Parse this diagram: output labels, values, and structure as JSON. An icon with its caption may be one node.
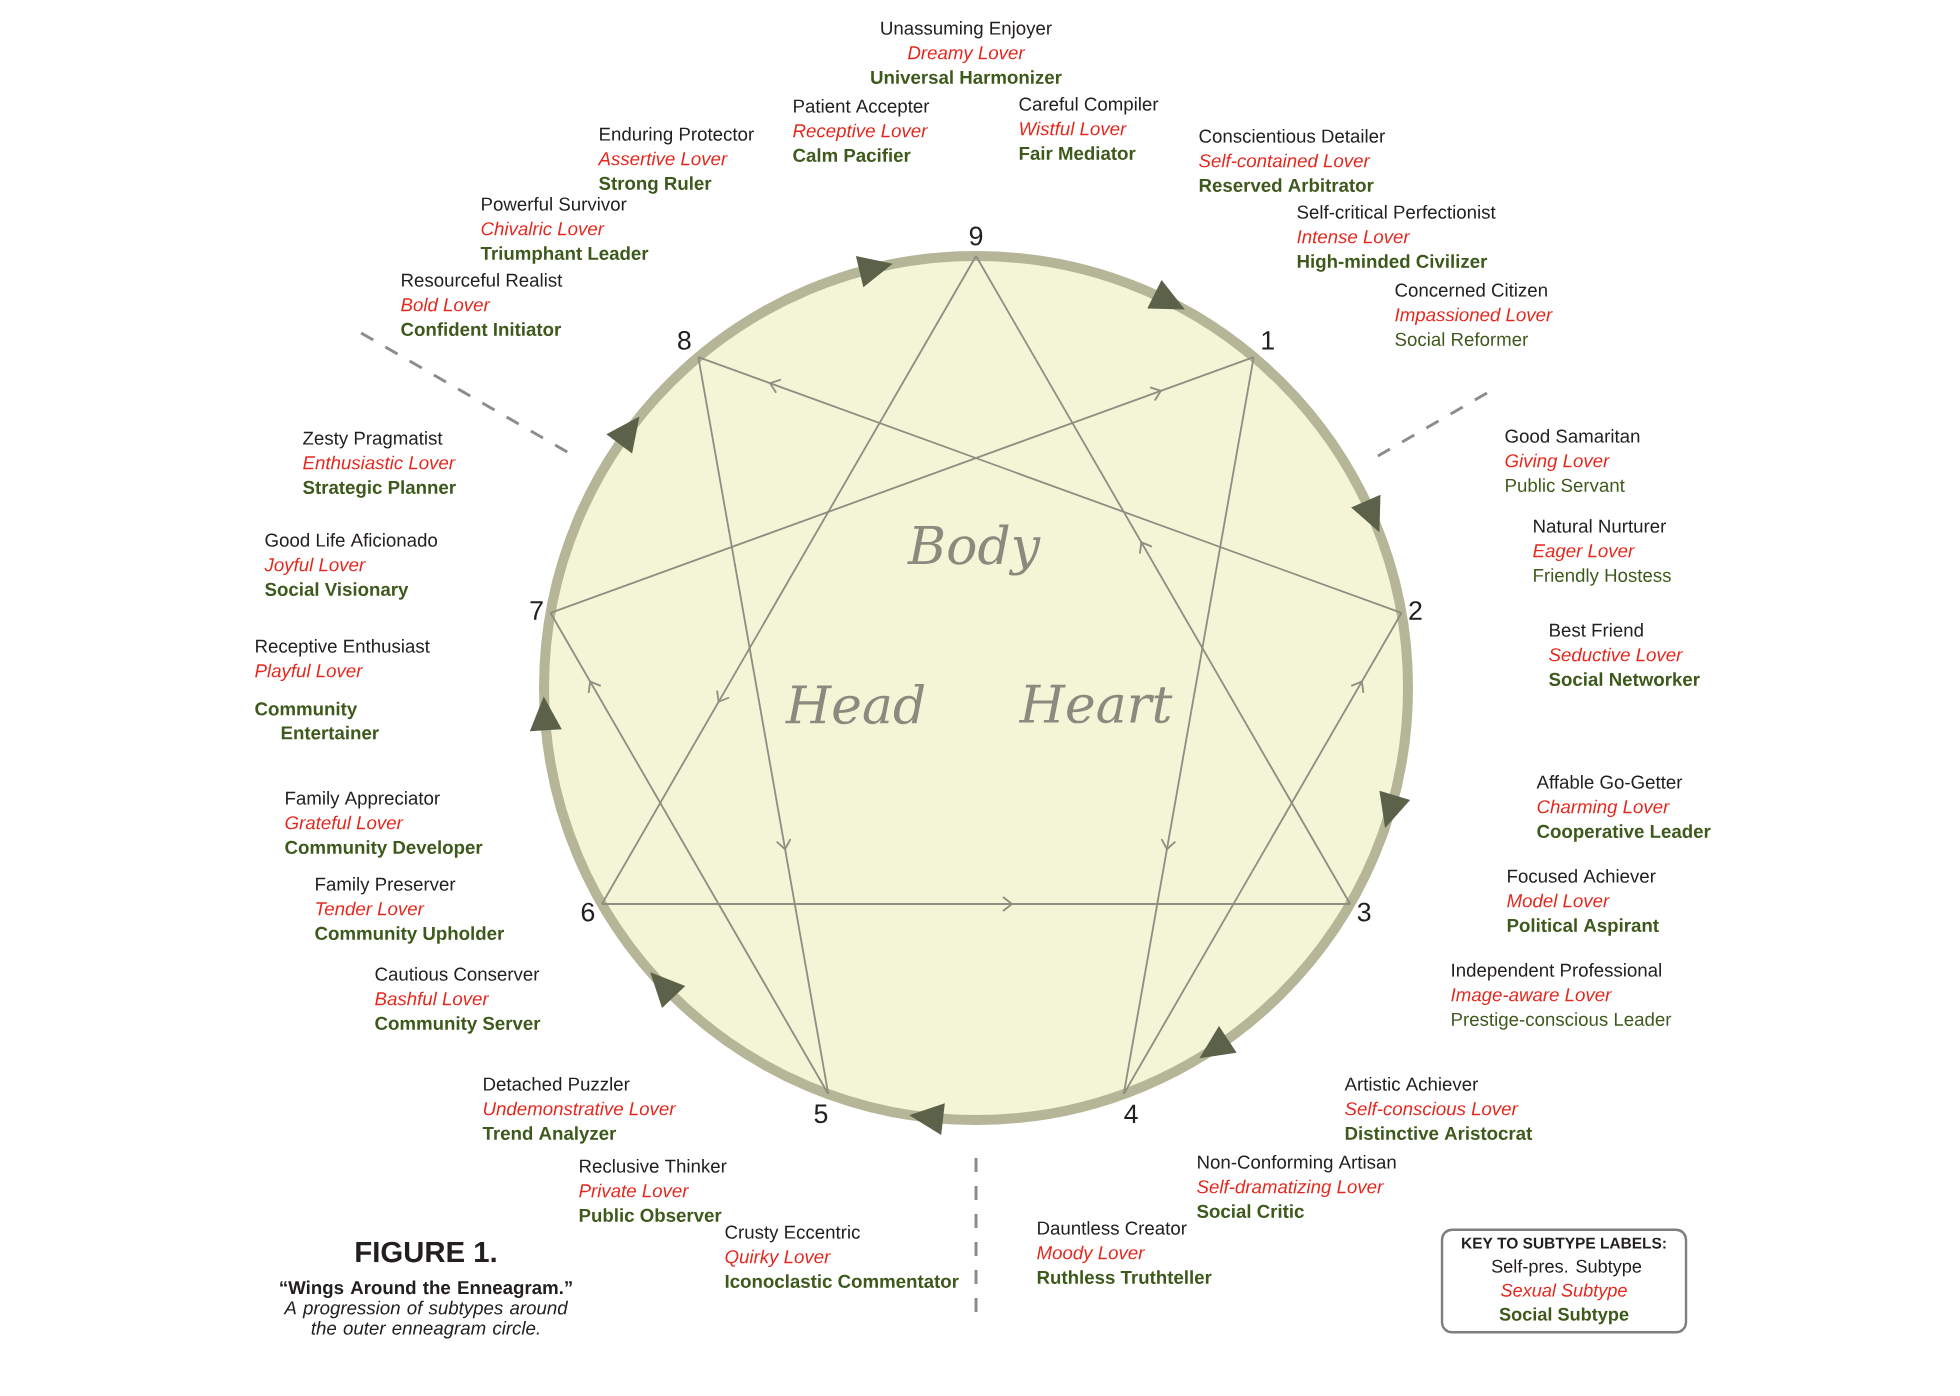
{
  "diagram": {
    "title": "FIGURE 1.",
    "caption": "**“Wings Around the Enneagram.”** *A progression of subtypes around the outer enneagram circle.*",
    "nodes": [
      {
        "text": [
          "1"
        ]
      },
      {
        "text": [
          "2"
        ]
      },
      {
        "text": [
          "3"
        ]
      },
      {
        "text": [
          "4"
        ]
      },
      {
        "text": [
          "5"
        ]
      },
      {
        "text": [
          "6"
        ]
      },
      {
        "text": [
          "7"
        ]
      },
      {
        "text": [
          "8"
        ]
      },
      {
        "text": [
          "9"
        ]
      },
      {
        "text": [
          "KEY TO SUBTYPE LABELS:",
          "Self-pres. Subtype",
          "Sexual Subtype",
          "Social Subtype"
        ]
      }
    ],
    "edges": [
      {
        "from": 0,
        "to": 3,
        "arrow": "to"
      },
      {
        "from": 3,
        "to": 1,
        "arrow": "to"
      },
      {
        "from": 1,
        "to": 7,
        "arrow": "to"
      },
      {
        "from": 7,
        "to": 4,
        "arrow": "to"
      },
      {
        "from": 4,
        "to": 6,
        "arrow": "to"
      },
      {
        "from": 6,
        "to": 0,
        "arrow": "to"
      },
      {
        "from": 8,
        "to": 5,
        "arrow": "to"
      },
      {
        "from": 5,
        "to": 2,
        "arrow": "to"
      },
      {
        "from": 2,
        "to": 8,
        "arrow": "to"
      }
    ],
    "labels": [
      "Unassuming Enjoyer",
      "Dreamy Lover",
      "Universal Harmonizer",
      "Patient Accepter",
      "Receptive Lover",
      "Calm Pacifier",
      "Careful Compiler",
      "Wistful Lover",
      "Fair Mediator",
      "Enduring Protector",
      "Assertive Lover",
      "Strong Ruler",
      "Conscientious Detailer",
      "Self-contained Lover",
      "Reserved Arbitrator",
      "Powerful Survivor",
      "Chivalric Lover",
      "Triumphant Leader",
      "Self-critical Perfectionist",
      "Intense Lover",
      "High-minded Civilizer",
      "Resourceful Realist",
      "Bold Lover",
      "Confident Initiator",
      "Concerned Citizen",
      "Impassioned Lover",
      "Social Reformer",
      "Zesty Pragmatist",
      "Enthusiastic Lover",
      "Strategic Planner",
      "Good Samaritan",
      "Giving Lover",
      "Public Servant",
      "Good Life Aficionado",
      "Joyful Lover",
      "Social Visionary",
      "Natural Nurturer",
      "Eager Lover",
      "Friendly Hostess",
      "Receptive Enthusiast",
      "Playful Lover",
      "Community Entertainer",
      "Best Friend",
      "Seductive Lover",
      "Social Networker",
      "Family Appreciator",
      "Grateful Lover",
      "Community Developer",
      "Affable Go-Getter",
      "Charming Lover",
      "Cooperative Leader",
      "Family Preserver",
      "Tender Lover",
      "Community Upholder",
      "Focused Achiever",
      "Model Lover",
      "Political Aspirant",
      "Cautious Conserver",
      "Bashful Lover",
      "Community Server",
      "Independent Professional",
      "Image-aware Lover",
      "Prestige-conscious Leader",
      "Detached Puzzler",
      "Undemonstrative Lover",
      "Trend Analyzer",
      "Artistic Achiever",
      "Self-conscious Lover",
      "Distinctive Aristocrat",
      "Reclusive Thinker",
      "Private Lover",
      "Public Observer",
      "Non-Conforming Artisan",
      "Self-dramatizing Lover",
      "Social Critic",
      "Crusty Eccentric",
      "Quirky Lover",
      "Iconoclastic Commentator",
      "Dauntless Creator",
      "Moody Lover",
      "Ruthless Truthteller",
      "Body",
      "Head",
      "Heart"
    ]
  }
}
